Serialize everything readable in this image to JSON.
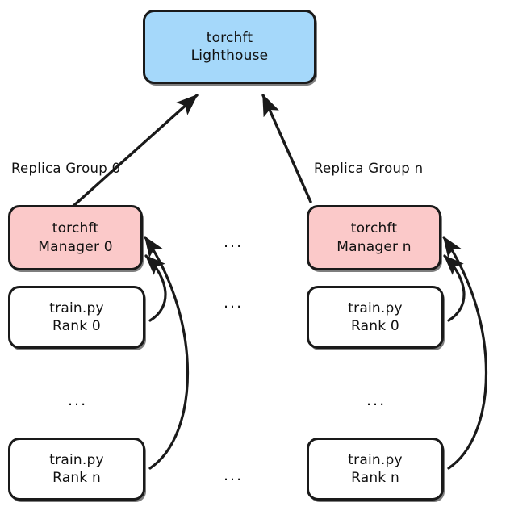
{
  "diagram": {
    "title": "torchft replica group architecture",
    "background_color": "#ffffff",
    "stroke_color": "#1a1a1a",
    "colors": {
      "lighthouse_fill": "#a5d8fa",
      "manager_fill": "#fbc9c9",
      "worker_fill": "#ffffff",
      "text": "#111111"
    },
    "lighthouse": {
      "line1": "torchft",
      "line2": "Lighthouse"
    },
    "groups": [
      {
        "label": "Replica Group 0",
        "manager": {
          "line1": "torchft",
          "line2": "Manager 0"
        },
        "workers": [
          {
            "line1": "train.py",
            "line2": "Rank 0"
          },
          {
            "line1": "train.py",
            "line2": "Rank n"
          }
        ],
        "worker_ellipsis": "..."
      },
      {
        "label": "Replica Group n",
        "manager": {
          "line1": "torchft",
          "line2": "Manager n"
        },
        "workers": [
          {
            "line1": "train.py",
            "line2": "Rank 0"
          },
          {
            "line1": "train.py",
            "line2": "Rank n"
          }
        ],
        "worker_ellipsis": "..."
      }
    ],
    "middle_ellipses": [
      "...",
      "...",
      "..."
    ]
  }
}
